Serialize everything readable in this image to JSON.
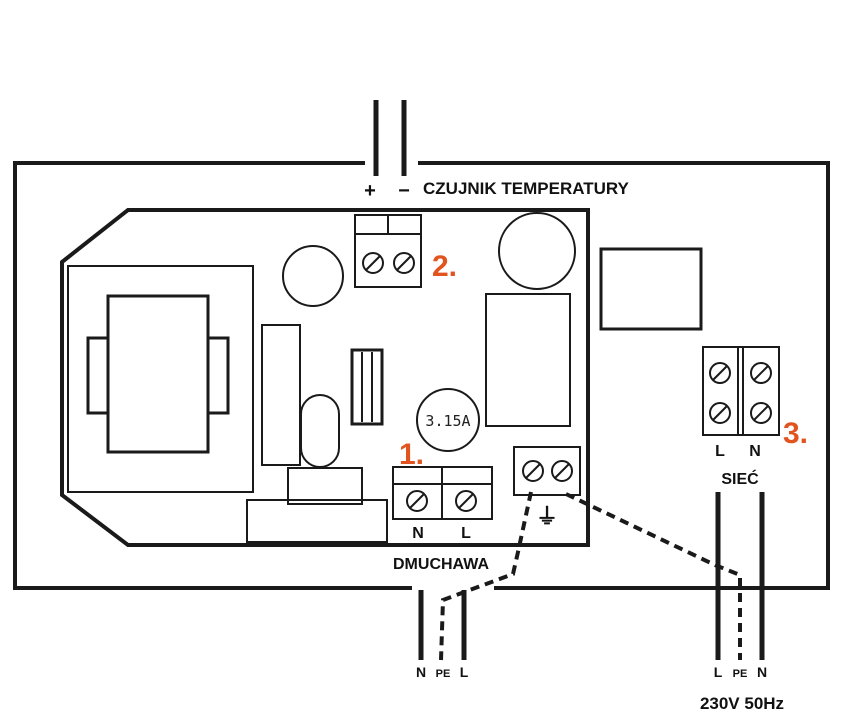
{
  "labels": {
    "sensor": "CZUJNIK TEMPERATURY",
    "plus": "+",
    "minus": "−",
    "blower": "DMUCHAWA",
    "mains": "SIEĆ",
    "supply": "230V 50Hz",
    "fuse": "3.15A",
    "ground_symbol": "⏚"
  },
  "markers": {
    "one": "1.",
    "two": "2.",
    "three": "3."
  },
  "blower_terminal": {
    "left": "N",
    "right": "L"
  },
  "mains_terminal": {
    "left": "L",
    "right": "N"
  },
  "blower_wires": {
    "n": "N",
    "pe": "PE",
    "l": "L"
  },
  "mains_wires": {
    "l": "L",
    "pe": "PE",
    "n": "N"
  },
  "colors": {
    "line": "#1a1a1a",
    "marker": "#e2541f",
    "background": "#ffffff"
  }
}
